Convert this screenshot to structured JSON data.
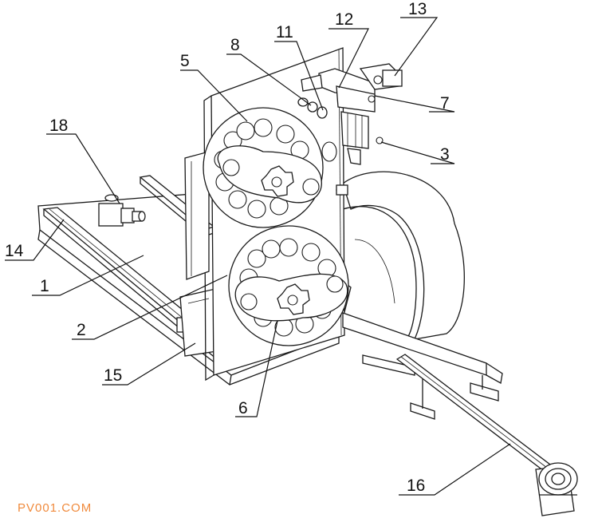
{
  "labels": {
    "l1": "1",
    "l2": "2",
    "l3": "3",
    "l5": "5",
    "l6": "6",
    "l7": "7",
    "l8": "8",
    "l11": "11",
    "l12": "12",
    "l13": "13",
    "l14": "14",
    "l15": "15",
    "l16": "16",
    "l18": "18"
  },
  "watermark": {
    "text": "PV001.COM",
    "color": "#f08a3c"
  },
  "colors": {
    "line": "#1a1a1a",
    "background": "#ffffff"
  }
}
